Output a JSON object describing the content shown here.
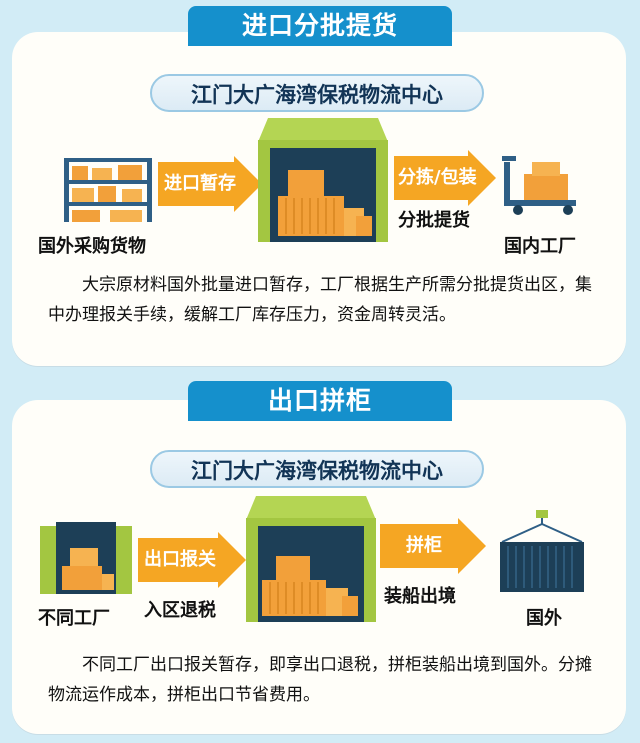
{
  "section1": {
    "title": "进口分批提货",
    "center_label": "江门大广海湾保税物流中心",
    "left_label": "国外采购货物",
    "arrow1_label": "进口暂存",
    "arrow2_label": "分拣/包装",
    "arrow2_sublabel": "分批提货",
    "right_label": "国内工厂",
    "description": "大宗原材料国外批量进口暂存，工厂根据生产所需分批提货出区，集中办理报关手续，缓解工厂库存压力，资金周转灵活。"
  },
  "section2": {
    "title": "出口拼柜",
    "center_label": "江门大广海湾保税物流中心",
    "left_label": "不同工厂",
    "arrow1_label": "出口报关",
    "arrow1_sublabel": "入区退税",
    "arrow2_label": "拼柜",
    "arrow2_sublabel": "装船出境",
    "right_label": "国外",
    "description": "不同工厂出口报关暂存，即享出口退税，拼柜装船出境到国外。分摊物流运作成本，拼柜出口节省费用。"
  },
  "colors": {
    "tab_blue": "#1590cc",
    "arrow_orange": "#f5a623",
    "warehouse_green": "#a3c641",
    "warehouse_navy": "#1d3f57",
    "box_orange": "#f2a03a",
    "background": "#d2ecf6"
  },
  "icons": [
    "shelf-icon",
    "warehouse-icon",
    "hand-truck-icon",
    "open-container-icon",
    "crane-container-icon"
  ]
}
